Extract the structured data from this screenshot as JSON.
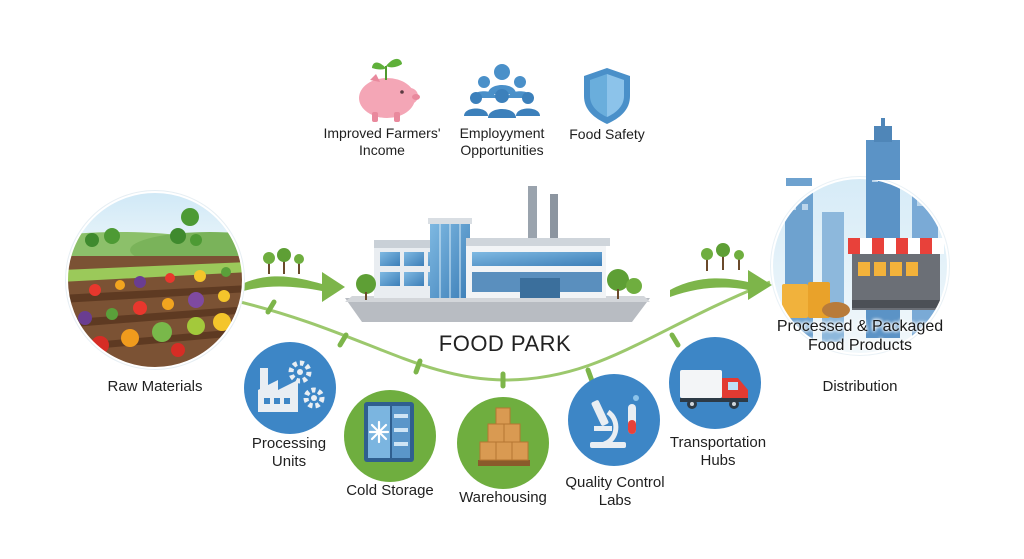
{
  "diagram": {
    "title": "FOOD PARK",
    "benefits": [
      {
        "label_line1": "Improved Farmers'",
        "label_line2": "Income",
        "icon": "piggy-bank-plant-icon"
      },
      {
        "label_line1": "Employyment",
        "label_line2": "Opportunities",
        "icon": "people-group-icon"
      },
      {
        "label_line1": "Food Safety",
        "label_line2": "",
        "icon": "shield-icon"
      }
    ],
    "source": {
      "label": "Raw Materials",
      "icon": "farm-field-icon"
    },
    "destination": {
      "overlay_line1": "Processed & Packaged",
      "overlay_line2": "Food Products",
      "label": "Distribution",
      "icon": "city-market-icon"
    },
    "facilities": [
      {
        "label_line1": "Processing",
        "label_line2": "Units",
        "icon": "factory-gears-icon"
      },
      {
        "label_line1": "Cold Storage",
        "label_line2": "",
        "icon": "refrigerator-snowflake-icon"
      },
      {
        "label_line1": "Warehousing",
        "label_line2": "",
        "icon": "stacked-boxes-icon"
      },
      {
        "label_line1": "Quality Control",
        "label_line2": "Labs",
        "icon": "microscope-testtube-icon"
      },
      {
        "label_line1": "Transportation",
        "label_line2": "Hubs",
        "icon": "delivery-truck-icon"
      }
    ],
    "colors": {
      "flow_green": "#7db54a",
      "facility_blue": "#3d86c6",
      "facility_green": "#6fae3f",
      "benefit_pink": "#f4a6b6",
      "benefit_blue": "#4a90c9"
    }
  }
}
